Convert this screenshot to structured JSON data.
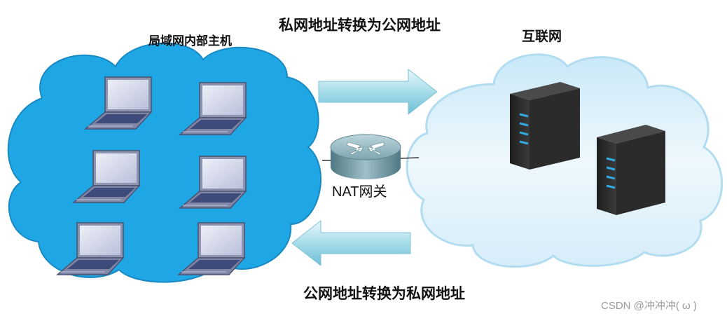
{
  "labels": {
    "lan": "局域网内部主机",
    "internet": "互联网",
    "private_to_public": "私网地址转换为公网地址",
    "public_to_private": "公网地址转换为私网地址",
    "gateway": "NAT网关"
  },
  "icons": {
    "lan_cloud": "cloud-icon",
    "internet_cloud": "cloud-icon",
    "host": "laptop-icon",
    "gateway": "router-icon",
    "server": "server-icon",
    "outbound": "arrow-right-icon",
    "inbound": "arrow-left-icon"
  },
  "counts": {
    "hosts": 6,
    "servers": 2
  },
  "colors": {
    "lan_cloud": "#1ea7e4",
    "internet_cloud": "#dff1fb",
    "arrow": "#9bd6e4",
    "router": "#6f9aa5",
    "server": "#2c2c2c",
    "server_led": "#35a8e0"
  },
  "watermark": "CSDN @冲冲冲( ω )"
}
